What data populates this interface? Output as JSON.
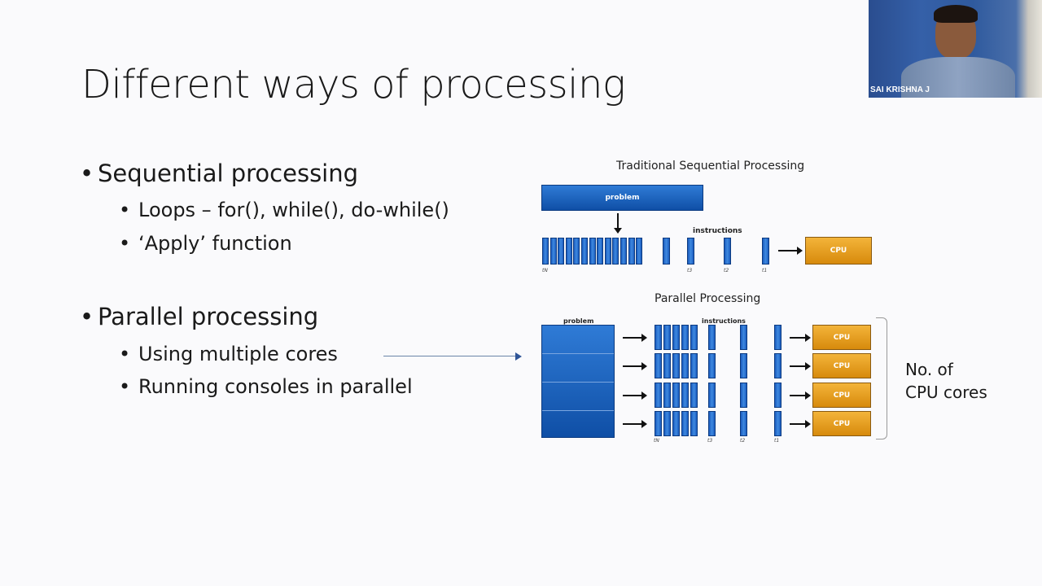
{
  "slide": {
    "title": "Different ways of processing",
    "bullets": [
      {
        "text": "Sequential processing",
        "sub": [
          "Loops – for(), while(), do-while()",
          "‘Apply’ function"
        ]
      },
      {
        "text": "Parallel processing",
        "sub": [
          "Using multiple cores",
          "Running consoles in parallel"
        ]
      }
    ]
  },
  "diagram": {
    "seq_title": "Traditional Sequential Processing",
    "par_title": "Parallel Processing",
    "problem_label": "problem",
    "instructions_label": "instructions",
    "cpu_label": "CPU",
    "tick_labels": [
      "tN",
      "t3",
      "t2",
      "t1"
    ],
    "cores_label_line1": "No. of",
    "cores_label_line2": "CPU cores",
    "colors": {
      "blue": "#1f63c4",
      "cpu_orange": "#e9a024"
    }
  },
  "webcam": {
    "name": "SAI KRISHNA J"
  }
}
